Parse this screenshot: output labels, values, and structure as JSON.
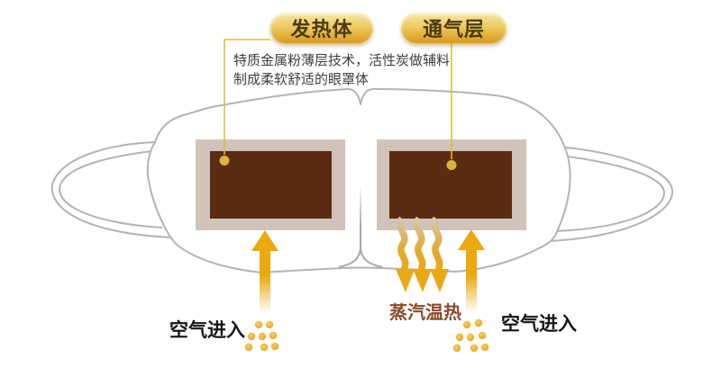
{
  "callouts": {
    "heating_label": "发热体",
    "vent_label": "通气层"
  },
  "description": {
    "line1": "特质金属粉薄层技术，活性炭做辅料",
    "line2": "制成柔软舒适的眼罩体"
  },
  "flow_labels": {
    "air_in_left": "空气进入",
    "air_in_right": "空气进入",
    "steam_warm": "蒸汽温热"
  },
  "icons": {
    "connector_dot": "gold-dot",
    "air_flow_arrow": "up-arrow",
    "steam_flow": "wavy-down-arrows",
    "air_particles": "gold-dot-cluster"
  },
  "colors": {
    "pill_gold_top": "#f7e8ab",
    "pill_gold_bottom": "#d99a1b",
    "pill_text": "#4b3a10",
    "desc_text": "#3e3e3e",
    "flow_text": "#161616",
    "steam_text": "#8b4a2c",
    "mask_outline": "#b3b3b3",
    "pad_frame": "#d2c3ba",
    "pad_core": "#5a2c12",
    "connector_gold": "#e5b93e",
    "arrow_gold": "#eca80f"
  }
}
